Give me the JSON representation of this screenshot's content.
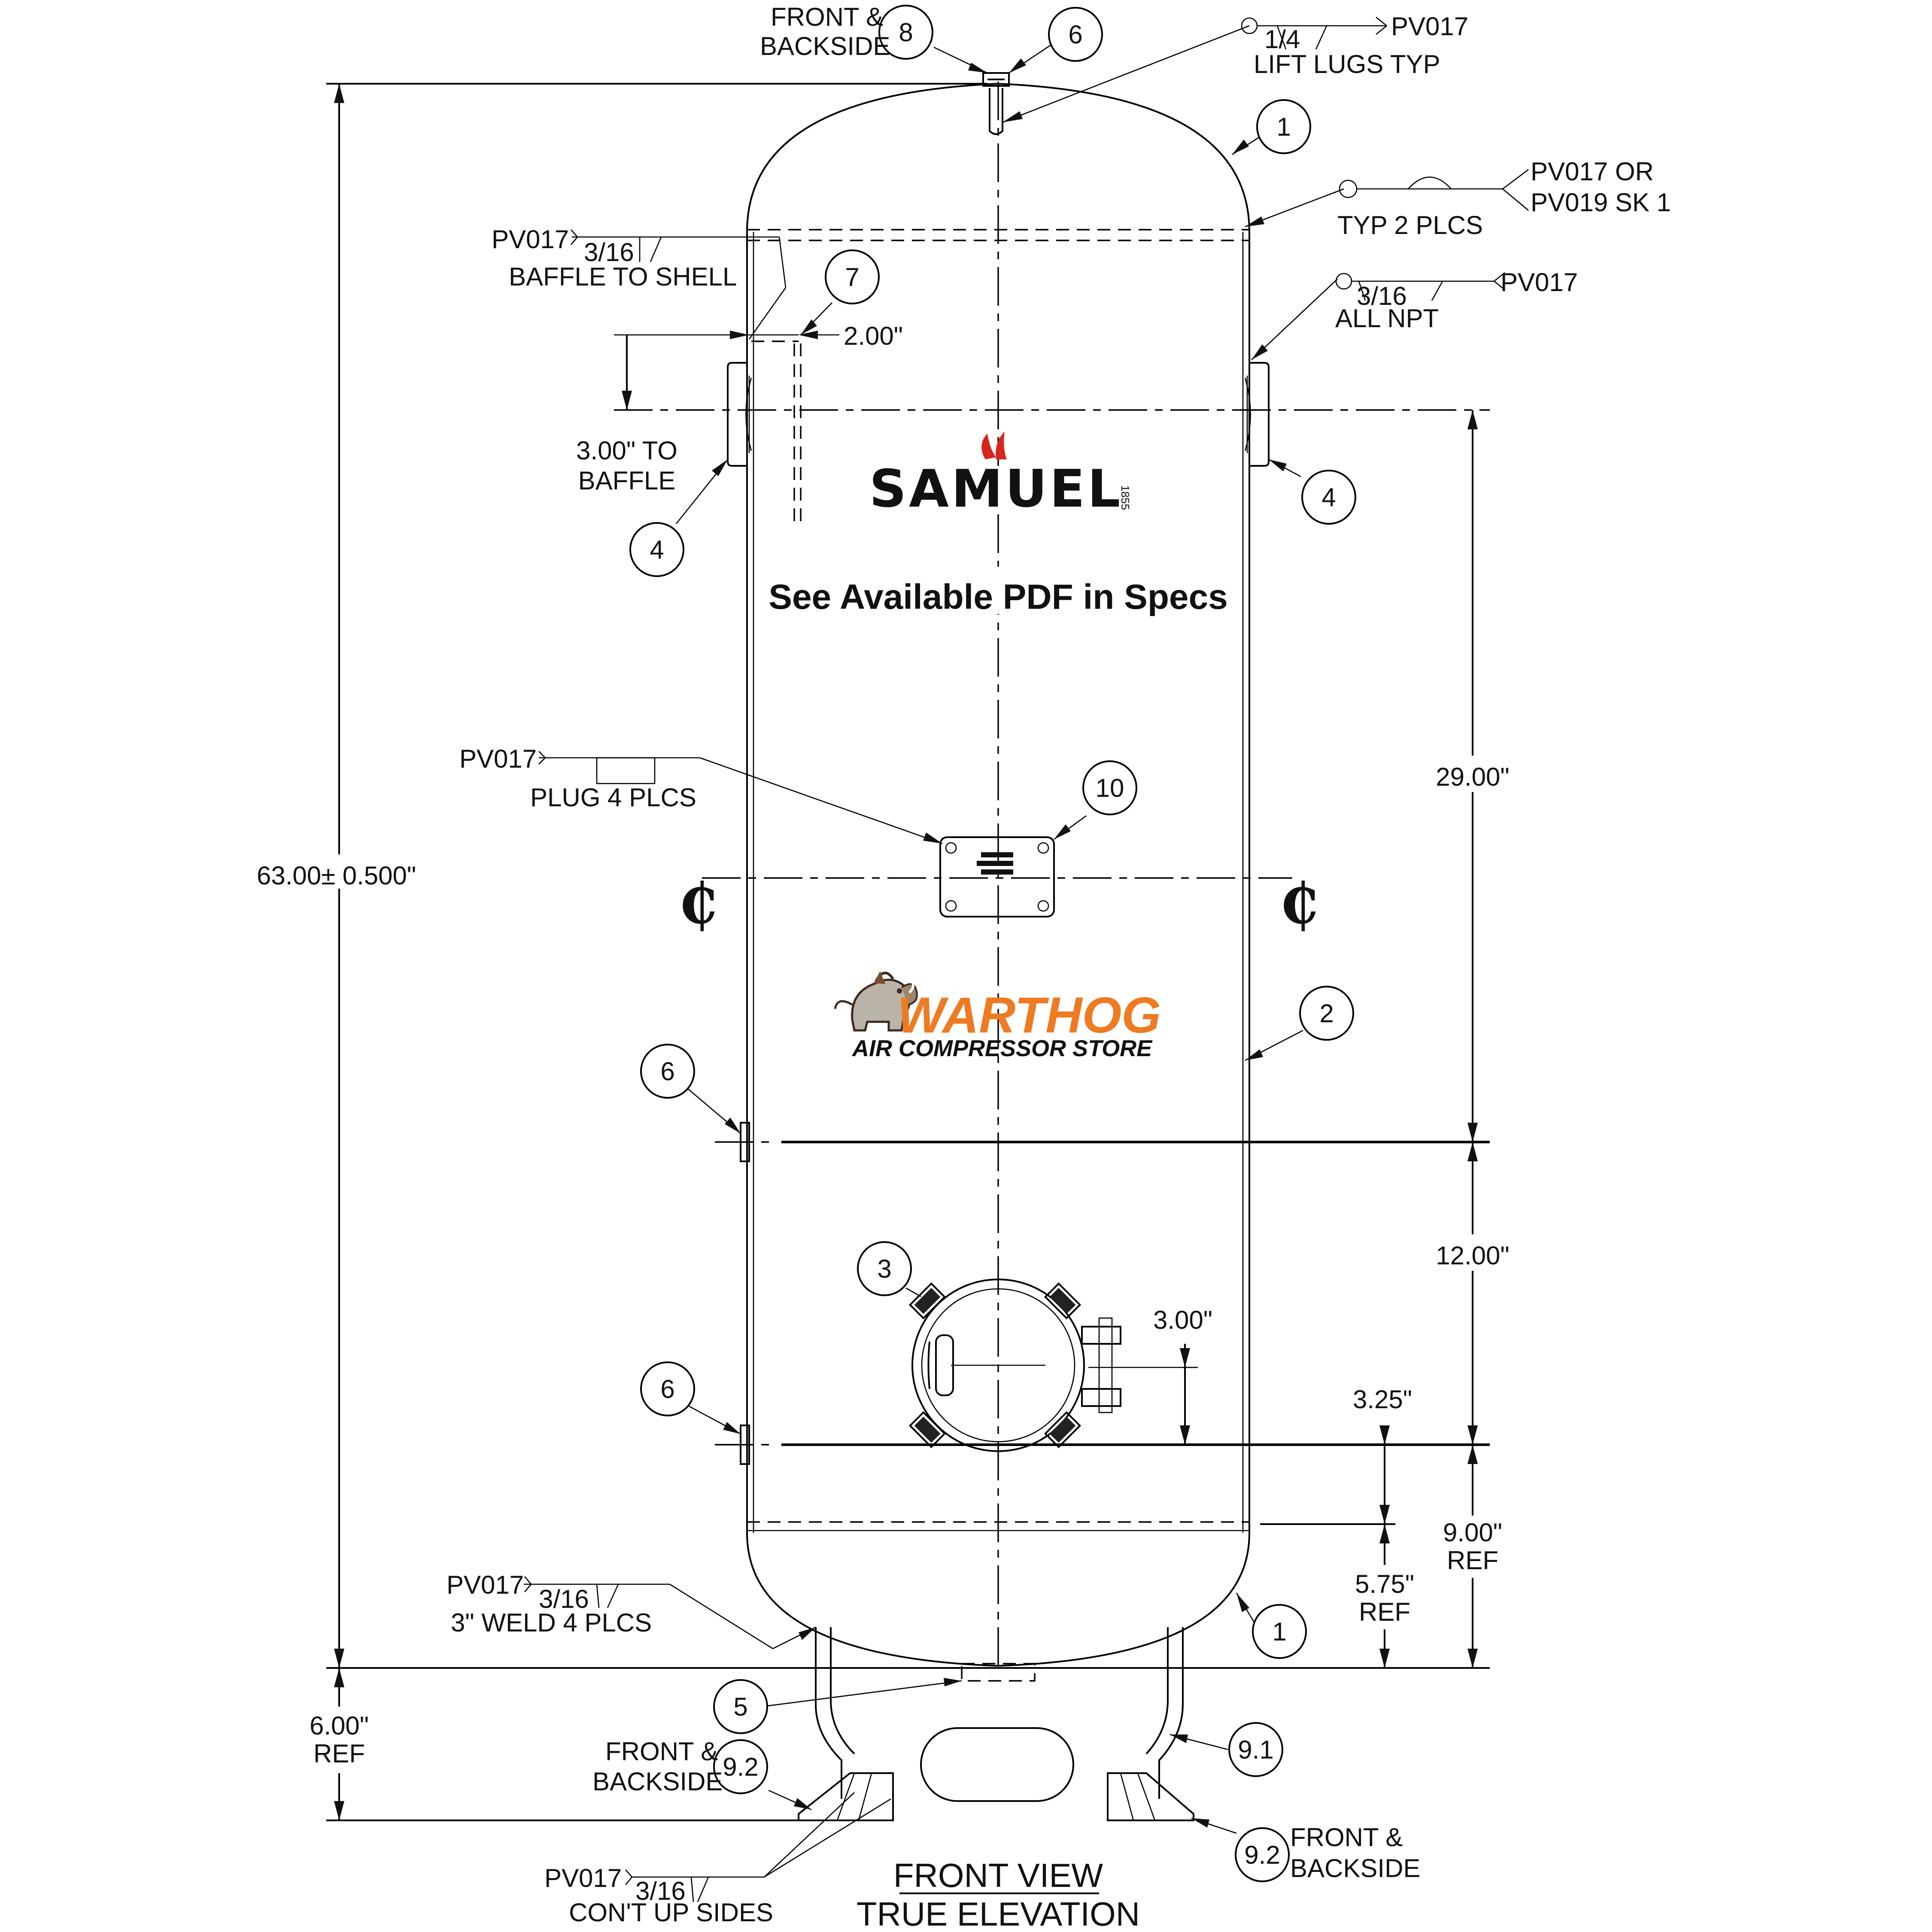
{
  "view_title": {
    "line1": "FRONT VIEW",
    "line2": "TRUE ELEVATION"
  },
  "watermark": {
    "brand": "SAMUEL",
    "brand_year": "1855",
    "notice": "See Available PDF in Specs"
  },
  "store_logo": {
    "name": "WARTHOG",
    "tagline": "AIR COMPRESSOR STORE",
    "accent": "#ee7a22"
  },
  "bubbles": {
    "b8": "8",
    "b6_top": "6",
    "b1_top": "1",
    "b7": "7",
    "b4_left": "4",
    "b4_right": "4",
    "b10": "10",
    "b2": "2",
    "b6_mid": "6",
    "b3": "3",
    "b6_low": "6",
    "b1_bot": "1",
    "b5": "5",
    "b9_2_left": "9.2",
    "b9_1": "9.1",
    "b9_2_right": "9.2"
  },
  "callouts": {
    "front_backside_top_1": "FRONT &",
    "front_backside_top_2": "BACKSIDE",
    "lift_pv": "PV017",
    "lift_size": "1/4",
    "lift_note": "LIFT LUGS TYP",
    "typ_pv_1": "PV017 OR",
    "typ_pv_2": "PV019 SK 1",
    "typ_note": "TYP 2 PLCS",
    "npt_pv": "PV017",
    "npt_size": "3/16",
    "npt_note": "ALL NPT",
    "baffle_pv": "PV017",
    "baffle_size": "3/16",
    "baffle_note": "BAFFLE TO SHELL",
    "plug_pv": "PV017",
    "plug_note": "PLUG 4 PLCS",
    "weld_pv": "PV017",
    "weld_size": "3/16",
    "weld_note": "3\" WELD 4 PLCS",
    "fb_left_1": "FRONT &",
    "fb_left_2": "BACKSIDE",
    "fb_right_1": "FRONT &",
    "fb_right_2": "BACKSIDE",
    "cont_pv": "PV017",
    "cont_size": "3/16",
    "cont_note": "CON'T UP SIDES"
  },
  "dimensions": {
    "overall": "63.00",
    "overall_tol": "± 0.500\"",
    "d2": "2.00\"",
    "d3_baffle_1": "3.00\" TO",
    "d3_baffle_2": "BAFFLE",
    "d29": "29.00\"",
    "d12": "12.00\"",
    "d3_mw": "3.00\"",
    "d325": "3.25\"",
    "d9_1": "9.00\"",
    "d9_2": "REF",
    "d575_1": "5.75\"",
    "d575_2": "REF",
    "d6_1": "6.00\"",
    "d6_2": "REF"
  }
}
